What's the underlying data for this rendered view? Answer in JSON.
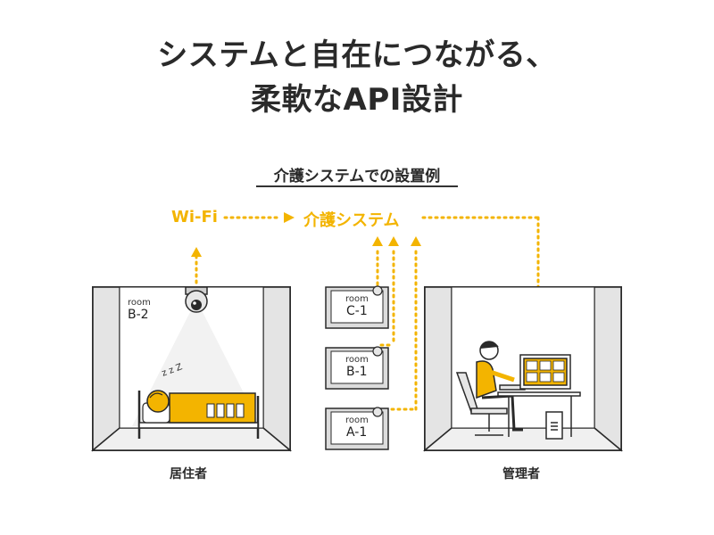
{
  "headline": {
    "line1": "システムと自在につながる、",
    "line2": "柔軟なAPI設計"
  },
  "diagram": {
    "subtitle": "介護システムでの設置例",
    "wifi_label": "Wi-Fi",
    "system_label": "介護システム",
    "resident": {
      "room_word": "room",
      "room_code": "B-2",
      "caption": "居住者",
      "sleep_symbol": "z z Z"
    },
    "rooms": [
      {
        "room_word": "room",
        "room_code": "C-1"
      },
      {
        "room_word": "room",
        "room_code": "B-1"
      },
      {
        "room_word": "room",
        "room_code": "A-1"
      }
    ],
    "admin": {
      "caption": "管理者"
    }
  },
  "colors": {
    "accent": "#f3b400",
    "line": "#2a2a2a",
    "room_gray": "#dcdcdc"
  },
  "icons": [
    "camera-icon",
    "arrow-right-icon",
    "arrow-up-icon",
    "arrow-down-icon"
  ]
}
